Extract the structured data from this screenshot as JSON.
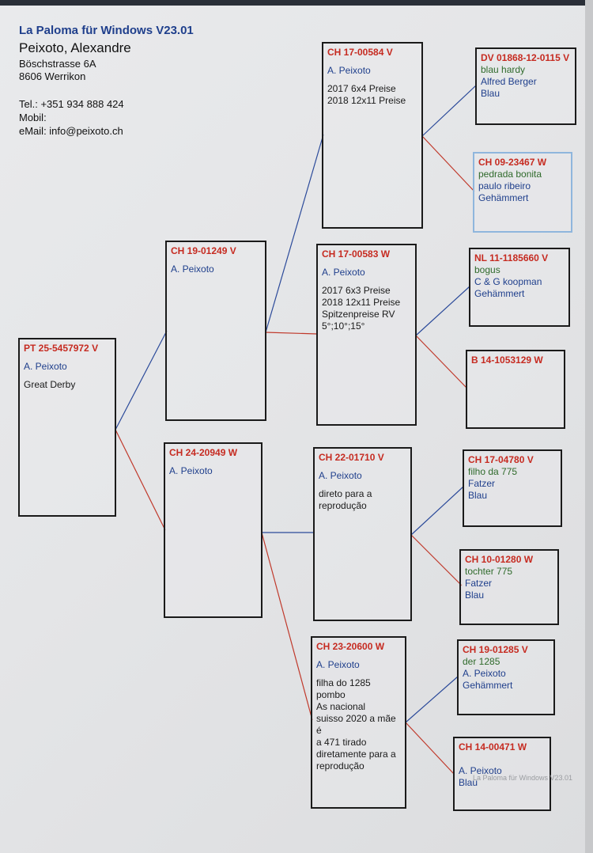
{
  "header": {
    "app_title": "La Paloma für Windows V23.01",
    "owner": "Peixoto, Alexandre",
    "street": "Böschstrasse 6A",
    "city": "8606 Werrikon",
    "tel": "Tel.: +351 934 888 424",
    "mobil": "Mobil:",
    "email": "eMail: info@peixoto.ch"
  },
  "colors": {
    "sire_line": "#2b4a9a",
    "dam_line": "#c0392b",
    "ring_text": "#c62b21",
    "owner_text": "#1f3f8c"
  },
  "pedigree": {
    "subject": {
      "ring": "PT 25-5457972 V",
      "owner": "A. Peixoto",
      "note": "Great Derby"
    },
    "sire": {
      "ring": "CH 19-01249 V",
      "owner": "A. Peixoto"
    },
    "dam": {
      "ring": "CH 24-20949 W",
      "owner": "A. Peixoto"
    },
    "ss": {
      "ring": "CH 17-00584 V",
      "owner": "A. Peixoto",
      "note": "2017  6x4  Preise\n2018 12x11 Preise"
    },
    "sd": {
      "ring": "CH 17-00583 W",
      "owner": "A. Peixoto",
      "note": "2017  6x3  Preise\n2018 12x11 Preise\nSpitzenpreise RV\n5°;10°;15°"
    },
    "ds": {
      "ring": "CH 22-01710 V",
      "owner": "A. Peixoto",
      "note": "direto para a\nreprodução"
    },
    "dd": {
      "ring": "CH 23-20600 W",
      "owner": "A. Peixoto",
      "note": "filha do 1285 pombo\nAs nacional\nsuisso 2020 a mãe é\na 471  tirado\ndiretamente para a\nreprodução"
    },
    "sss": {
      "ring": "DV 01868-12-0115 V",
      "l2": "blau hardy",
      "l3": "Alfred Berger",
      "l4": "Blau"
    },
    "ssd": {
      "ring": "CH 09-23467 W",
      "l2": "pedrada bonita",
      "l3": "paulo ribeiro",
      "l4": "Gehämmert"
    },
    "sds": {
      "ring": "NL 11-1185660 V",
      "l2": "bogus",
      "l3": "C & G koopman",
      "l4": "Gehämmert"
    },
    "sdd": {
      "ring": "B  14-1053129 W"
    },
    "dss": {
      "ring": "CH 17-04780 V",
      "l2": "filho da 775",
      "l3": "Fatzer",
      "l4": "Blau"
    },
    "dsd": {
      "ring": "CH 10-01280 W",
      "l2": "tochter 775",
      "l3": "Fatzer",
      "l4": "Blau"
    },
    "dds": {
      "ring": "CH 19-01285 V",
      "l2": "der 1285",
      "l3": "A. Peixoto",
      "l4": "Gehämmert"
    },
    "ddd": {
      "ring": "CH 14-00471 W",
      "l3": "A. Peixoto",
      "l4": "Blau"
    }
  },
  "watermark": "La Paloma für Windows V23.01"
}
